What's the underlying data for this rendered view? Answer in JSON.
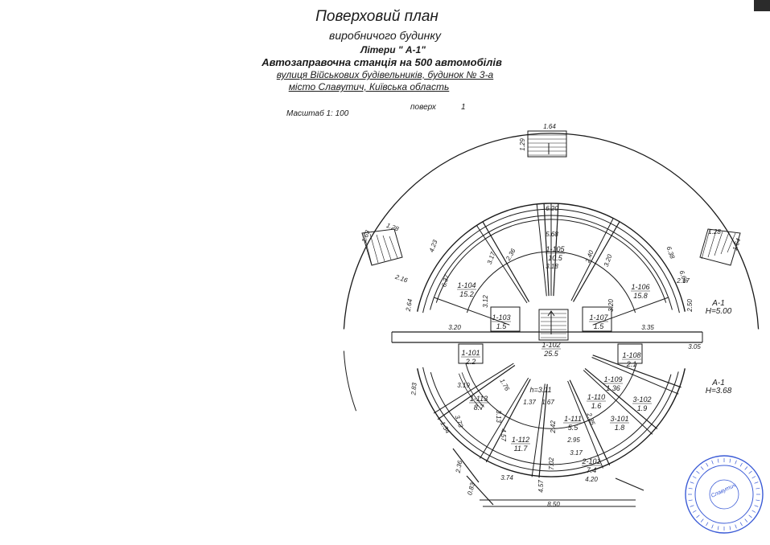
{
  "header": {
    "title": "Поверховий план",
    "subtitle": "виробничого будинку",
    "liter": "Літери \" А-1\"",
    "object": "Автозаправочна станція на 500 автомобілів",
    "street": "вулиця   Військових будівельників, будинок № 3-а",
    "city": "місто Славутич, Київська область"
  },
  "meta": {
    "scale": "Масштаб 1: 100",
    "floor_label": "поверх",
    "floor_number": "1"
  },
  "rooms": [
    {
      "id": "1-105",
      "area": "10.5"
    },
    {
      "id": "1-104",
      "area": "15.2"
    },
    {
      "id": "1-106",
      "area": "15.8"
    },
    {
      "id": "1-103",
      "area": "1.5"
    },
    {
      "id": "1-107",
      "area": "1.5"
    },
    {
      "id": "1-102",
      "area": "25.5"
    },
    {
      "id": "1-101",
      "area": "2.2"
    },
    {
      "id": "1-108",
      "area": "2.1"
    },
    {
      "id": "1-109",
      "area": "1.36"
    },
    {
      "id": "1-110",
      "area": "1.6"
    },
    {
      "id": "1-113",
      "area": "8.7"
    },
    {
      "id": "1-112",
      "area": "11.7"
    },
    {
      "id": "1-111",
      "area": "5.5"
    },
    {
      "id": "3-101",
      "area": "1.8"
    },
    {
      "id": "3-102",
      "area": "1.9"
    },
    {
      "id": "2-101",
      "area": "7.4"
    }
  ],
  "annotations": {
    "height_main": "h=3.11",
    "block_a1_upper": "А-1",
    "block_a1_upper_h": "Н=5.00",
    "block_a1_lower": "А-1",
    "block_a1_lower_h": "Н=3.68"
  },
  "dimensions": [
    "1.64",
    "1.29",
    "6.20",
    "5.68",
    "3.18",
    "2.40",
    "3.20",
    "2.36",
    "3.17",
    "1.28",
    "1.63",
    "4.23",
    "6.37",
    "2.16",
    "2.64",
    "3.12",
    "3.20",
    "3.35",
    "1.28",
    "1.64",
    "6.38",
    "6.66",
    "2.17",
    "2.50",
    "3.20",
    "3.05",
    "2.83",
    "3.19",
    "1.76",
    "3.73",
    "1.34",
    "3.13",
    "4.57",
    "4.57",
    "1.37",
    "1.67",
    "2.42",
    "2.35",
    "2.95",
    "3.17",
    "7.02",
    "2.36",
    "0.83",
    "3.74",
    "4.20",
    "8.50"
  ],
  "stamp": {
    "text": "Славутич"
  },
  "colors": {
    "ink": "#1a1a1a",
    "stamp": "#3b5bd6",
    "paper": "#ffffff"
  }
}
